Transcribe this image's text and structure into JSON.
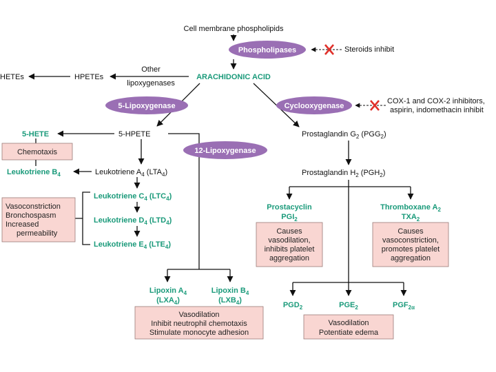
{
  "top": {
    "membrane": "Cell membrane phospholipids",
    "phospholipases": "Phospholipases",
    "steroids": "Steroids inhibit",
    "arachidonic": "ARACHIDONIC ACID",
    "other": "Other",
    "lipoxygenases": "lipoxygenases",
    "hpetes": "HPETEs",
    "hetes": "HETEs"
  },
  "enzymes": {
    "lox5": "5-Lipoxygenase",
    "cox": "Cyclooxygenase",
    "lox12": "12-Lipoxygenase"
  },
  "cox_inhibitors": {
    "line1": "COX-1 and COX-2 inhibitors,",
    "line2": "aspirin, indomethacin inhibit"
  },
  "left": {
    "hpete5": "5-HPETE",
    "hete5": "5-HETE",
    "chemotaxis": "Chemotaxis",
    "ltb4_main": "Leukotriene B",
    "ltb4_sub": "4",
    "lta4_a": "Leukotriene A",
    "lta4_sub1": "4",
    "lta4_b": " (LTA",
    "lta4_sub2": "4",
    "lta4_c": ")",
    "ltc4_a": "Leukotriene C",
    "ltc4_sub1": "4",
    "ltc4_b": " (LTC",
    "ltc4_sub2": "4",
    "ltc4_c": ")",
    "ltd4_a": "Leukotriene D",
    "ltd4_sub1": "4",
    "ltd4_b": " (LTD",
    "ltd4_sub2": "4",
    "ltd4_c": ")",
    "lte4_a": "Leukotriene E",
    "lte4_sub1": "4",
    "lte4_b": " (LTE",
    "lte4_sub2": "4",
    "lte4_c": ")",
    "effects": [
      "Vasoconstriction",
      "Bronchospasm",
      "Increased",
      "permeability"
    ]
  },
  "lipoxins": {
    "a_main": "Lipoxin A",
    "a_sub": "4",
    "a_abbr": "(LXA",
    "a_abbr_sub": "4",
    "a_close": ")",
    "b_main": "Lipoxin B",
    "b_sub": "4",
    "b_abbr": "(LXB",
    "b_abbr_sub": "4",
    "b_close": ")",
    "effects": [
      "Vasodilation",
      "Inhibit neutrophil chemotaxis",
      "Stimulate monocyte adhesion"
    ]
  },
  "right": {
    "pgg2_a": "Prostaglandin G",
    "pgg2_sub1": "2",
    "pgg2_b": " (PGG",
    "pgg2_sub2": "2",
    "pgg2_c": ")",
    "pgh2_a": "Prostaglandin H",
    "pgh2_sub1": "2",
    "pgh2_b": " (PGH",
    "pgh2_sub2": "2",
    "pgh2_c": ")",
    "prostacyclin": "Prostacyclin",
    "pgi2": "PGI",
    "pgi2_sub": "2",
    "prostacyclin_effects": [
      "Causes",
      "vasodilation,",
      "inhibits platelet",
      "aggregation"
    ],
    "thromboxane": "Thromboxane A",
    "thromboxane_sub": "2",
    "txa2": "TXA",
    "txa2_sub": "2",
    "thromboxane_effects": [
      "Causes",
      "vasoconstriction,",
      "promotes platelet",
      "aggregation"
    ],
    "pgd2": "PGD",
    "pgd2_sub": "2",
    "pge2": "PGE",
    "pge2_sub": "2",
    "pgf2a": "PGF",
    "pgf2a_sub": "2α",
    "effects": [
      "Vasodilation",
      "Potentiate edema"
    ]
  },
  "colors": {
    "green": "#1a9a7a",
    "enzyme": "#9a6fb4",
    "box": "#f9d6d2",
    "inhibit": "#e0302a"
  }
}
